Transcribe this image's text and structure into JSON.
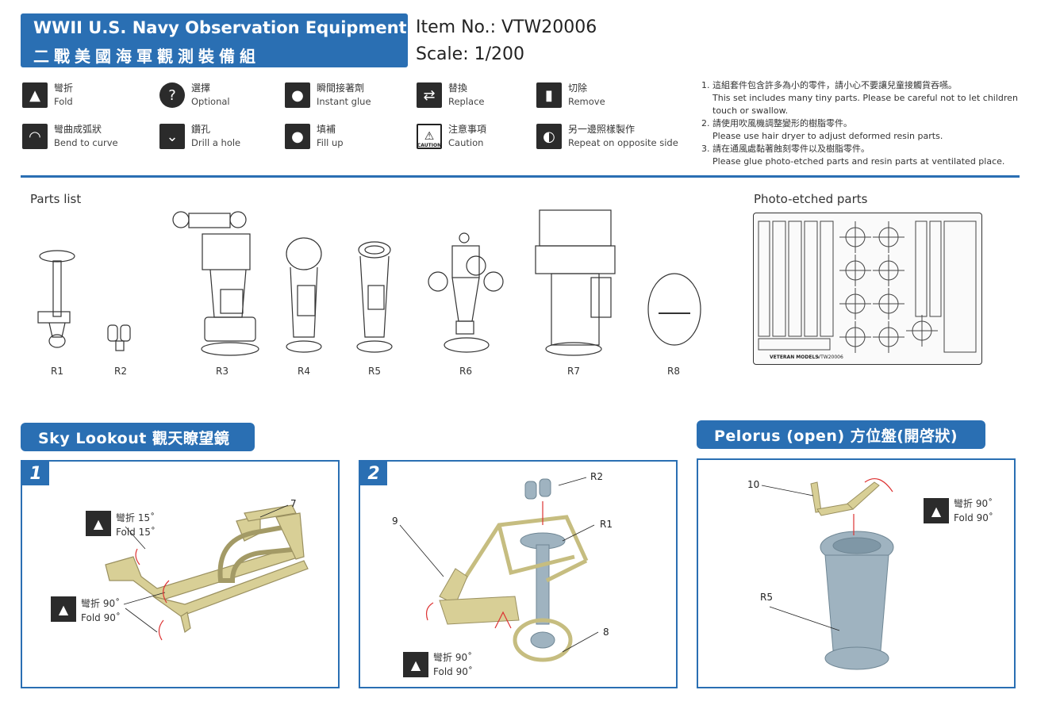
{
  "header": {
    "title_en": "WWII U.S. Navy Observation Equipment Set",
    "title_zh": "二戰美國海軍觀測裝備組",
    "item_no": "Item No.: VTW20006",
    "scale": "Scale: 1/200"
  },
  "symbols": [
    {
      "zh": "彎折",
      "en": "Fold",
      "icon": "fold-icon"
    },
    {
      "zh": "選擇",
      "en": "Optional",
      "icon": "question-icon"
    },
    {
      "zh": "瞬間接著劑",
      "en": "Instant glue",
      "icon": "glue-icon"
    },
    {
      "zh": "替換",
      "en": "Replace",
      "icon": "replace-icon"
    },
    {
      "zh": "切除",
      "en": "Remove",
      "icon": "remove-icon"
    },
    {
      "zh": "彎曲成弧狀",
      "en": "Bend to curve",
      "icon": "bend-curve-icon"
    },
    {
      "zh": "鑽孔",
      "en": "Drill a hole",
      "icon": "drill-icon"
    },
    {
      "zh": "填補",
      "en": "Fill up",
      "icon": "fill-icon"
    },
    {
      "zh": "注意事項",
      "en": "Caution",
      "icon": "caution-icon",
      "badge": "CAUTION"
    },
    {
      "zh": "另一邊照樣製作",
      "en": "Repeat on opposite side",
      "icon": "repeat-icon"
    }
  ],
  "notes": [
    {
      "zh": "1. 這組套件包含許多為小的零件，請小心不要讓兒童接觸貨吞嚥。",
      "en": [
        "This set includes many tiny parts. Please be careful not to let children",
        "touch or swallow."
      ]
    },
    {
      "zh": "2. 請使用吹風機調整變形的樹脂零件。",
      "en": [
        "Please use hair dryer to adjust deformed resin parts."
      ]
    },
    {
      "zh": "3. 請在通風處黏著蝕刻零件以及樹脂零件。",
      "en": [
        "Please glue photo-etched parts and resin parts at ventilated place."
      ]
    }
  ],
  "parts_list": {
    "title": "Parts list",
    "labels": [
      "R1",
      "R2",
      "R3",
      "R4",
      "R5",
      "R6",
      "R7",
      "R8"
    ]
  },
  "photo_etched": {
    "title": "Photo-etched parts",
    "fret_label": "VETERAN MODELS",
    "fret_code": "VTW20006"
  },
  "sections": {
    "sky_lookout": "Sky Lookout 觀天瞭望鏡",
    "pelorus": "Pelorus (open) 方位盤(開啓狀)"
  },
  "steps": {
    "step1": {
      "num": "1",
      "part": "7",
      "fold1_zh": "彎折 15˚",
      "fold1_en": "Fold 15˚",
      "fold2_zh": "彎折 90˚",
      "fold2_en": "Fold 90˚"
    },
    "step2": {
      "num": "2",
      "parts": [
        "R2",
        "R1",
        "9",
        "8"
      ],
      "fold_zh": "彎折 90˚",
      "fold_en": "Fold 90˚"
    },
    "step3": {
      "parts": [
        "10",
        "R5"
      ],
      "fold_zh": "彎折 90˚",
      "fold_en": "Fold 90˚"
    }
  },
  "colors": {
    "accent": "#2a6fb3",
    "brass": "#d8cf96",
    "resin": "#9fb3c0"
  }
}
